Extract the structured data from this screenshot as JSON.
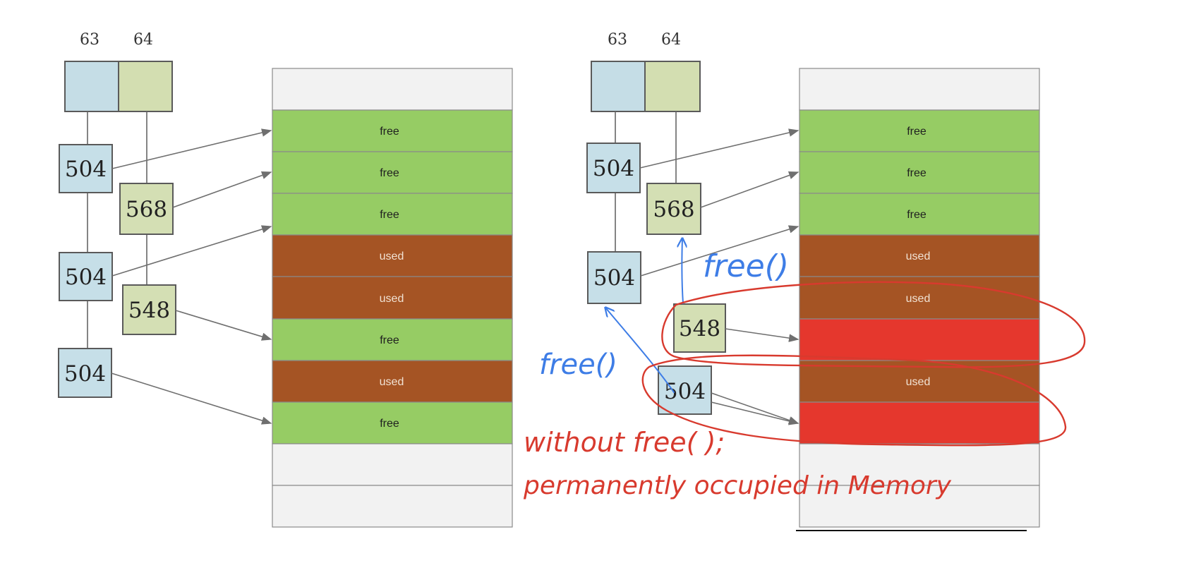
{
  "colors": {
    "bin63": "#c5dde6",
    "bin64": "#d3deb1",
    "chunk_blue": "#c6dfe8",
    "chunk_green": "#d4dfb4",
    "free": "#96cc64",
    "used": "#a55424",
    "leaked": "#e5372d",
    "empty": "#f2f2f2",
    "arrow": "#6f6f6f",
    "annotation_blue": "#3e7de6",
    "annotation_red": "#d83a2e"
  },
  "left": {
    "bin_labels": [
      "63",
      "64"
    ],
    "chunks": [
      {
        "label": "504",
        "bin": "63"
      },
      {
        "label": "568",
        "bin": "64"
      },
      {
        "label": "504",
        "bin": "63"
      },
      {
        "label": "548",
        "bin": "64"
      },
      {
        "label": "504",
        "bin": "63"
      }
    ],
    "memory_blocks": [
      "",
      "free",
      "free",
      "free",
      "used",
      "used",
      "free",
      "used",
      "free",
      "",
      ""
    ]
  },
  "right": {
    "bin_labels": [
      "63",
      "64"
    ],
    "chunks": [
      {
        "label": "504",
        "bin": "63"
      },
      {
        "label": "568",
        "bin": "64"
      },
      {
        "label": "504",
        "bin": "63"
      },
      {
        "label": "548",
        "bin": "64"
      },
      {
        "label": "504",
        "bin": "63"
      }
    ],
    "memory_blocks": [
      "",
      "free",
      "free",
      "free",
      "used",
      "used",
      "",
      "used",
      "",
      "",
      ""
    ],
    "annotations": {
      "free_up": "free()",
      "free_left": "free()",
      "note_line1": "without free( );",
      "note_line2": "permanently occupied in Memory"
    }
  }
}
